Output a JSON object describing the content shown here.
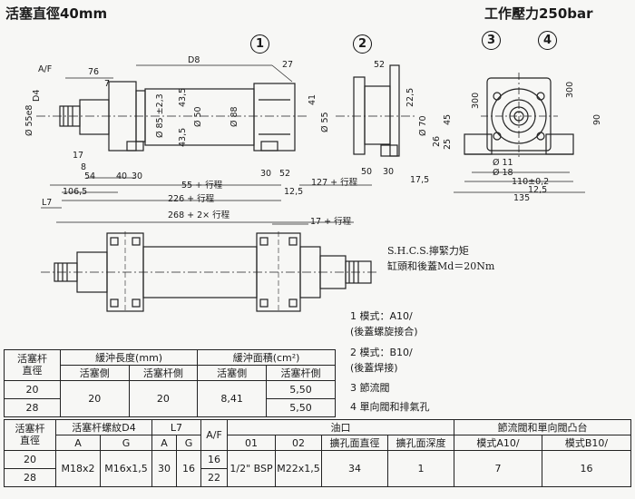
{
  "header": {
    "title": "活塞直徑40mm",
    "pressure": "工作壓力250bar"
  },
  "callouts": [
    "1",
    "2",
    "3",
    "4"
  ],
  "dims": {
    "af": "A/F",
    "d4": "D4",
    "d55e8": "Ø 55e8",
    "d76": "76",
    "d7": "7",
    "d8": "D8",
    "d27": "27",
    "d85": "Ø 85 ±2,3",
    "d435a": "43,5",
    "d435b": "43,5",
    "d50": "Ø 50",
    "d88": "Ø 88",
    "d41": "41",
    "d17a": "17",
    "d8b": "8",
    "d54": "54",
    "d40": "40",
    "d30a": "30",
    "d30b": "30",
    "d52a": "52",
    "s55": "55 + 行程",
    "d125a": "12,5",
    "d1065": "106,5",
    "s226": "226 + 行程",
    "l7": "L7",
    "s268": "268 + 2× 行程",
    "s17": "17 + 行程",
    "s127": "127 + 行程",
    "d52b": "52",
    "d55": "Ø 55",
    "d70": "Ø 70",
    "d225": "22,5",
    "d50b": "50",
    "d30c": "30",
    "d175": "17,5",
    "a300a": "300",
    "a300b": "300",
    "d90": "90",
    "d45": "45",
    "d26": "26",
    "d25": "25",
    "d11": "Ø 11",
    "d18": "Ø 18",
    "d110": "110±0,2",
    "d125b": "12,5",
    "d135": "135"
  },
  "note": {
    "line1": "S.H.C.S.擰緊力矩",
    "line2": "缸頭和後蓋Md＝20Nm"
  },
  "legend": [
    "1  模式：A10/",
    "    (後蓋螺旋接合)",
    "2  模式：B10/",
    "    (後蓋焊接)",
    "3  節流閥",
    "4  單向閥和排氣孔"
  ],
  "table1": {
    "h_bore": "活塞杆",
    "h_bore2": "直徑",
    "h_cushion_len": "緩沖長度(mm)",
    "h_cushion_area": "緩沖面積(cm²)",
    "h_piston_side": "活塞側",
    "h_rod_side": "活塞杆側",
    "h_piston_side2": "活塞側",
    "h_rod_side2": "活塞杆側",
    "r1_rod": "20",
    "r2_rod": "28",
    "len_piston": "20",
    "len_rod": "20",
    "area_piston": "8,41",
    "area_rod_1": "5,50",
    "area_rod_2": "5,50"
  },
  "table2": {
    "h_rod": "活塞杆",
    "h_rod2": "直徑",
    "h_thread": "活塞杆螺紋D4",
    "h_l7": "L7",
    "h_af": "A/F",
    "h_port": "油口",
    "h_valve": "節流閥和單向閥凸台",
    "sub_a1": "A",
    "sub_g1": "G",
    "sub_a2": "A",
    "sub_g2": "G",
    "sub_01": "01",
    "sub_02": "02",
    "sub_dia": "擴孔面直徑",
    "sub_depth": "擴孔面深度",
    "sub_a10": "模式A10/",
    "sub_b10": "模式B10/",
    "r1_rod": "20",
    "r2_rod": "28",
    "thread_a": "M18x2",
    "thread_g": "M16x1,5",
    "l7_a": "30",
    "l7_g": "16",
    "af_1": "16",
    "af_2": "22",
    "port_01": "1/2\" BSP",
    "port_02": "M22x1,5",
    "cb_dia": "34",
    "cb_depth": "1",
    "v_a10": "7",
    "v_b10": "16"
  }
}
